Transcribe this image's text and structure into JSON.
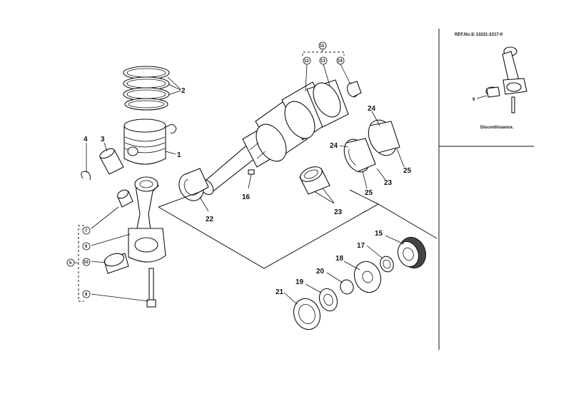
{
  "callouts": {
    "c1": "1",
    "c2": "2",
    "c3": "3",
    "c4": "4",
    "c15": "15",
    "c16": "16",
    "c17": "17",
    "c18": "18",
    "c19": "19",
    "c20": "20",
    "c21": "21",
    "c22": "22",
    "c23a": "23",
    "c23b": "23",
    "c24a": "24",
    "c24b": "24",
    "c25a": "25",
    "c25b": "25",
    "c5": "5",
    "c6": "6",
    "c7": "7",
    "c8": "8",
    "c10": "10",
    "c11": "11",
    "c12": "12",
    "c13": "13",
    "c14": "14",
    "c9": "9"
  },
  "inset": {
    "ref": "REF.No.① 13221-2217-0",
    "note": "Discontinuance."
  }
}
